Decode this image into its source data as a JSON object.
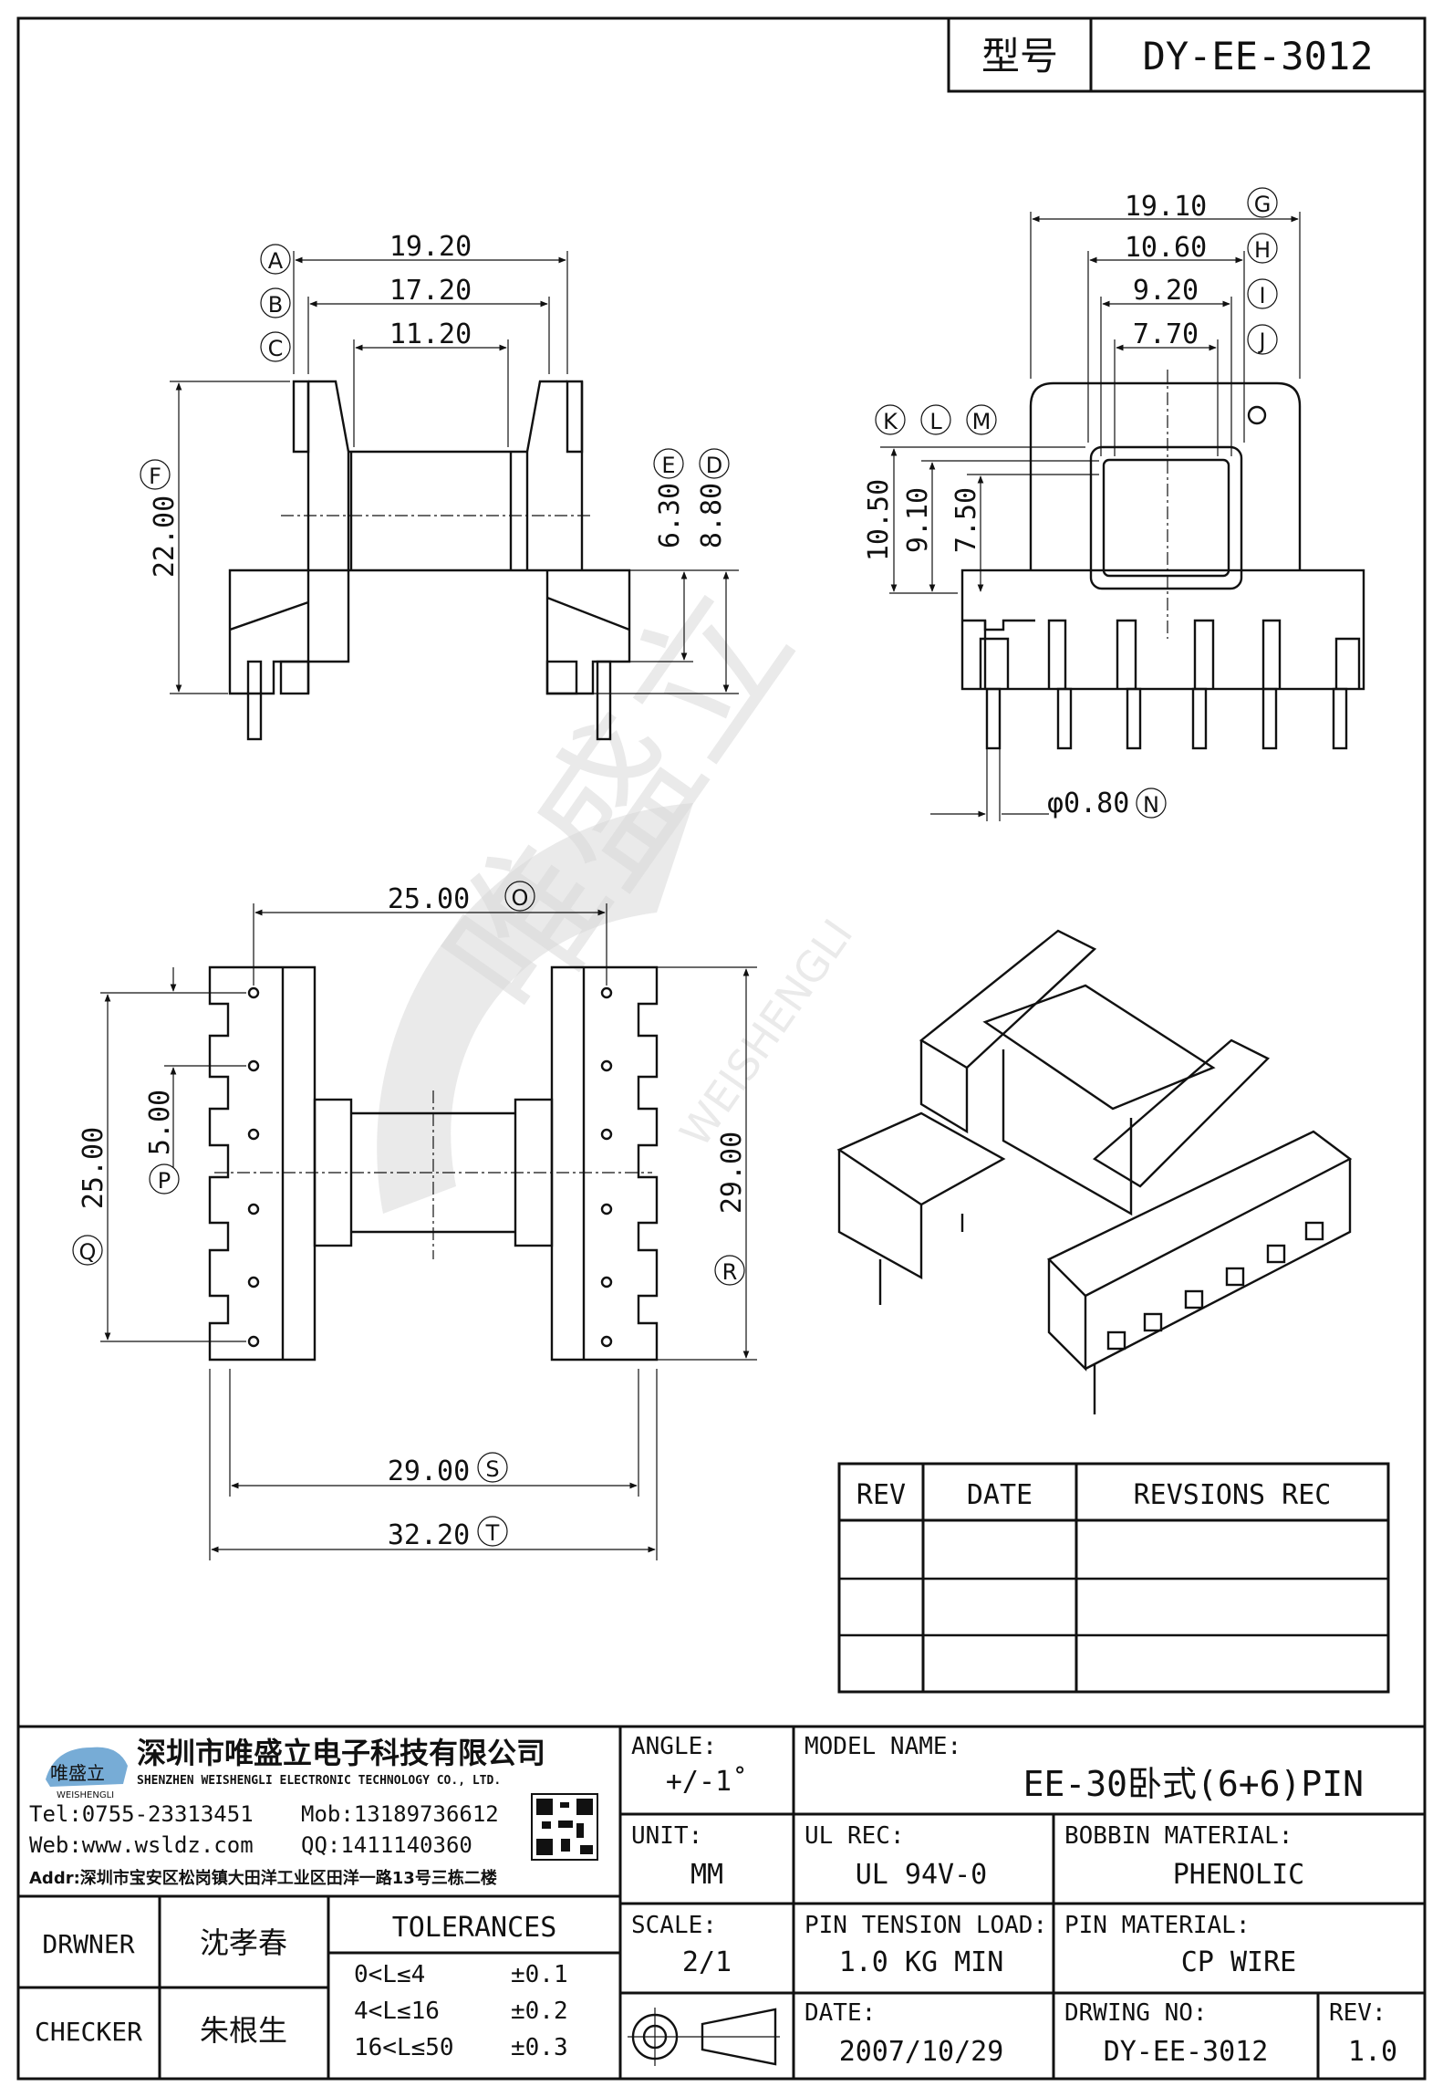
{
  "header": {
    "model_label": "型号",
    "model_value": "DY-EE-3012"
  },
  "top_view": {
    "dims": [
      "19.20",
      "17.20",
      "11.20",
      "22.00",
      "6.30",
      "8.80"
    ],
    "tags": [
      "A",
      "B",
      "C",
      "F",
      "E",
      "D"
    ]
  },
  "side_view": {
    "dims": [
      "19.10",
      "10.60",
      "9.20",
      "7.70",
      "10.50",
      "9.10",
      "7.50",
      "φ0.80"
    ],
    "tags": [
      "G",
      "H",
      "I",
      "J",
      "K",
      "L",
      "M",
      "N"
    ]
  },
  "bottom_view": {
    "dims": [
      "25.00",
      "5.00",
      "25.00",
      "29.00",
      "29.00",
      "32.20"
    ],
    "tags": [
      "O",
      "P",
      "Q",
      "R",
      "S",
      "T"
    ]
  },
  "rev_table": {
    "headers": [
      "REV",
      "DATE",
      "REVSIONS REC"
    ]
  },
  "watermark": {
    "chinese": "唯盛立",
    "english": "WEISHENGLI"
  },
  "title_block": {
    "company_cn": "深圳市唯盛立电子科技有限公司",
    "company_en": "SHENZHEN WEISHENGLI ELECTRONIC TECHNOLOGY CO., LTD.",
    "logo_text": "唯盛立",
    "logo_sub": "WEISHENGLI",
    "tel": "Tel:0755-23313451",
    "mob": "Mob:13189736612",
    "web": "Web:www.wsldz.com",
    "qq": "QQ:1411140360",
    "addr": "Addr:深圳市宝安区松岗镇大田洋工业区田洋一路13号三栋二楼",
    "angle_label": "ANGLE:",
    "angle_value": "+/-1˚",
    "model_name_label": "MODEL NAME:",
    "model_name_value": "EE-30卧式(6+6)PIN",
    "unit_label": "UNIT:",
    "unit_value": "MM",
    "ul_label": "UL REC:",
    "ul_value": "UL 94V-0",
    "bobbin_label": "BOBBIN MATERIAL:",
    "bobbin_value": "PHENOLIC",
    "drawer_label": "DRWNER",
    "drawer_value": "沈孝春",
    "tolerances_label": "TOLERANCES",
    "scale_label": "SCALE:",
    "scale_value": "2/1",
    "pin_tension_label": "PIN TENSION LOAD:",
    "pin_tension_value": "1.0 KG MIN",
    "pin_material_label": "PIN MATERIAL:",
    "pin_material_value": "CP WIRE",
    "checker_label": "CHECKER",
    "checker_value": "朱根生",
    "tol_rows": [
      {
        "range": "0<L≤4",
        "tol": "±0.1"
      },
      {
        "range": "4<L≤16",
        "tol": "±0.2"
      },
      {
        "range": "16<L≤50",
        "tol": "±0.3"
      }
    ],
    "date_label": "DATE:",
    "date_value": "2007/10/29",
    "drawing_no_label": "DRWING NO:",
    "drawing_no_value": "DY-EE-3012",
    "rev_label": "REV:",
    "rev_value": "1.0"
  }
}
